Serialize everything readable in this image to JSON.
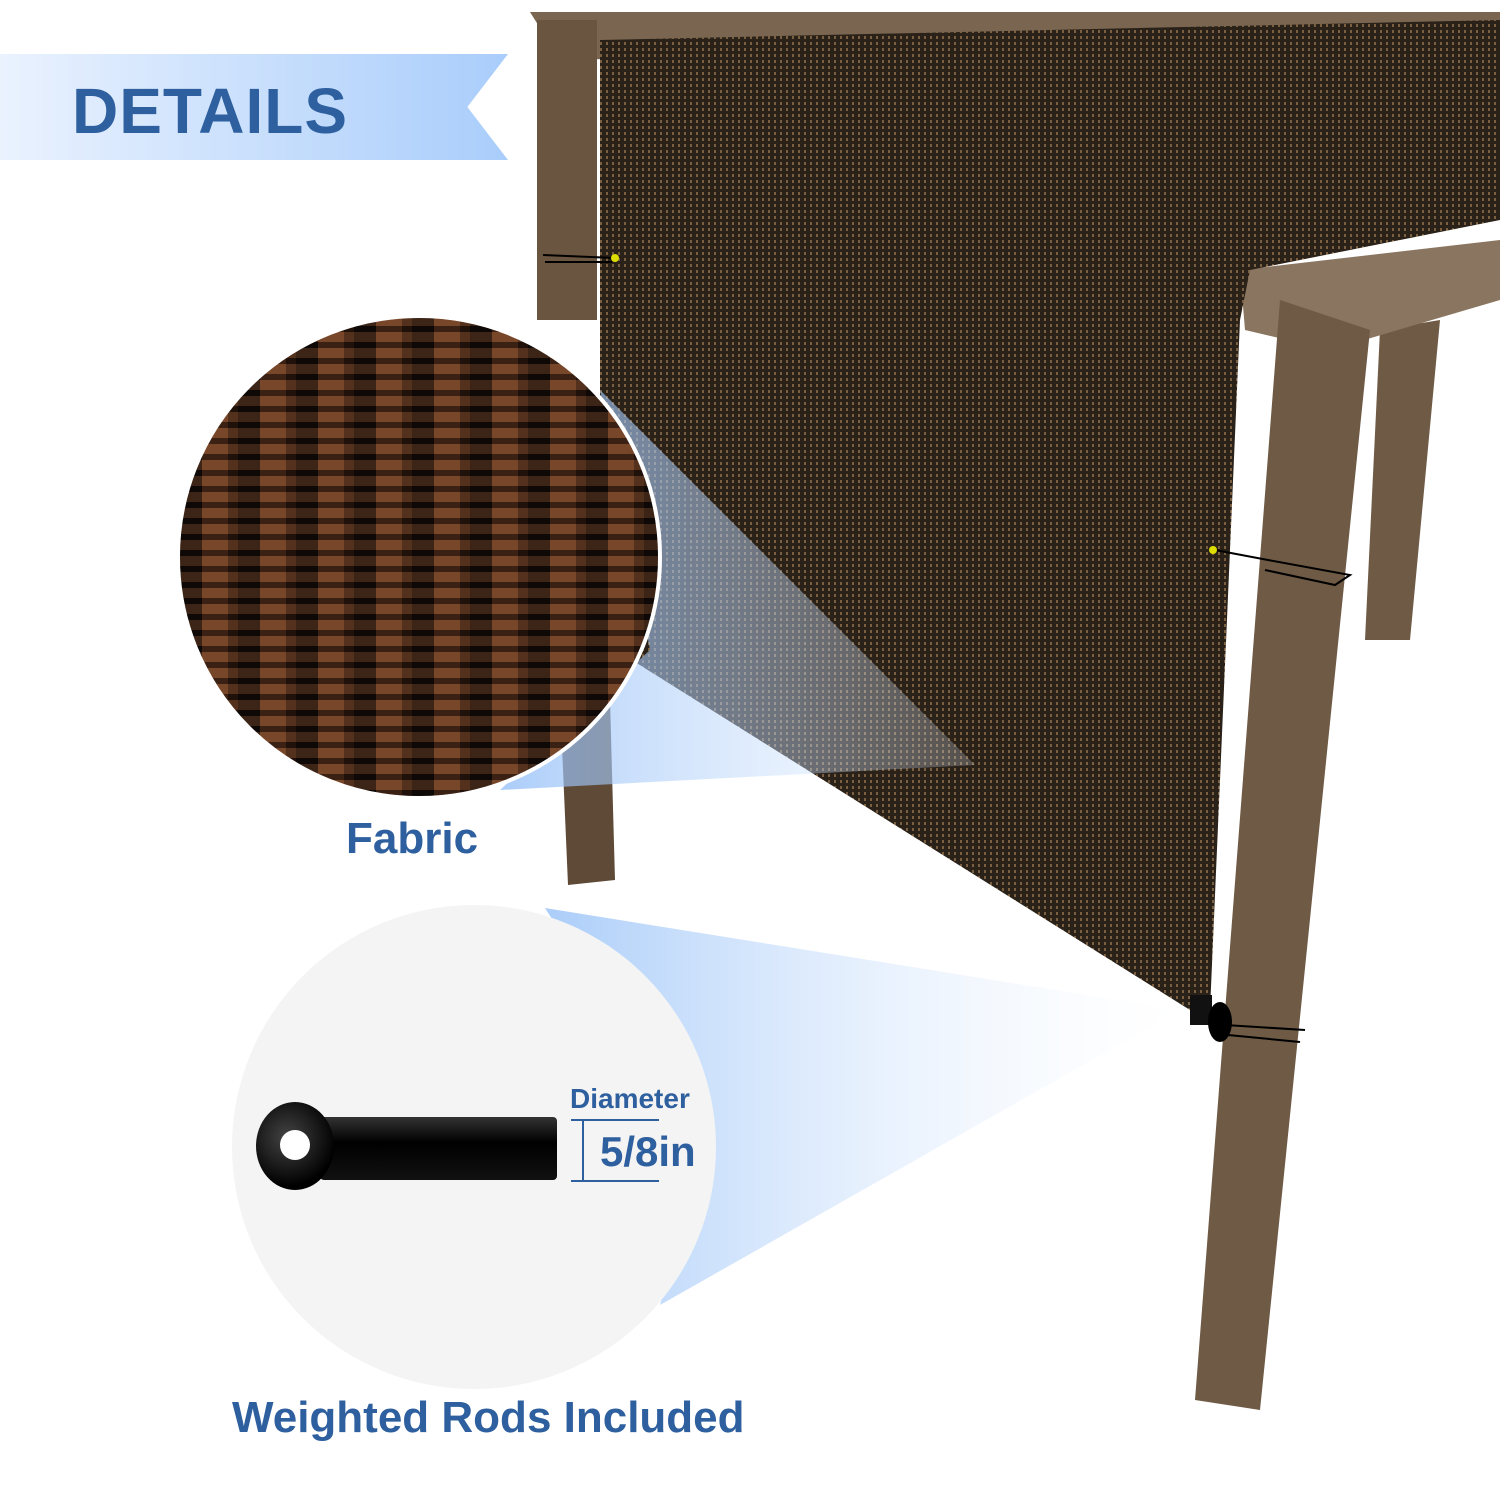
{
  "banner": {
    "title": "DETAILS"
  },
  "callouts": {
    "fabric": {
      "label": "Fabric"
    },
    "rods": {
      "label": "Weighted Rods Included",
      "diameter_label": "Diameter",
      "diameter_value": "5/8in"
    }
  },
  "colors": {
    "accent": "#2e5f9e",
    "fabric": "#3a2a1a",
    "wood": "#6e5a45"
  }
}
